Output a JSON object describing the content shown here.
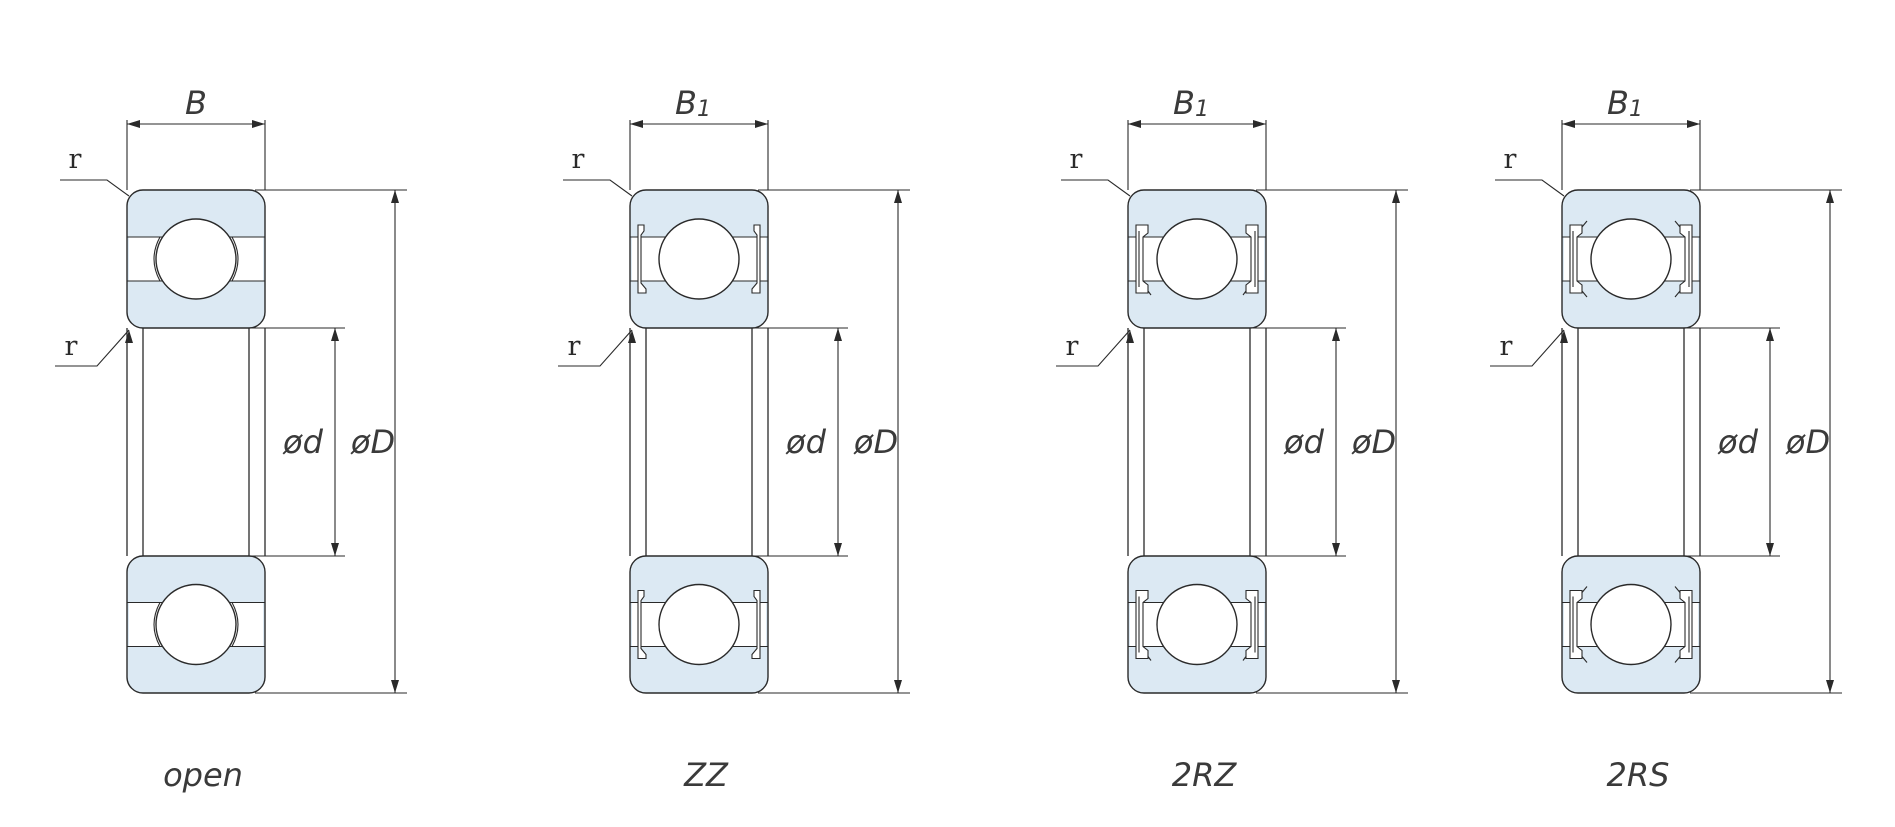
{
  "colors": {
    "ring_fill": "#dce9f3",
    "stroke": "#2a2a2a",
    "label": "#3a3a3a"
  },
  "bearings": [
    {
      "type_label": "open",
      "width_label": "B",
      "width_label_sub": "",
      "radius_label_top": "r",
      "radius_label_bottom": "r",
      "bore_label": "ød",
      "outer_label": "øD",
      "seal": "none"
    },
    {
      "type_label": "ZZ",
      "width_label": "B",
      "width_label_sub": "1",
      "radius_label_top": "r",
      "radius_label_bottom": "r",
      "bore_label": "ød",
      "outer_label": "øD",
      "seal": "shield"
    },
    {
      "type_label": "2RZ",
      "width_label": "B",
      "width_label_sub": "1",
      "radius_label_top": "r",
      "radius_label_bottom": "r",
      "bore_label": "ød",
      "outer_label": "øD",
      "seal": "rubber-noncontact"
    },
    {
      "type_label": "2RS",
      "width_label": "B",
      "width_label_sub": "1",
      "radius_label_top": "r",
      "radius_label_bottom": "r",
      "bore_label": "ød",
      "outer_label": "øD",
      "seal": "rubber-contact"
    }
  ]
}
